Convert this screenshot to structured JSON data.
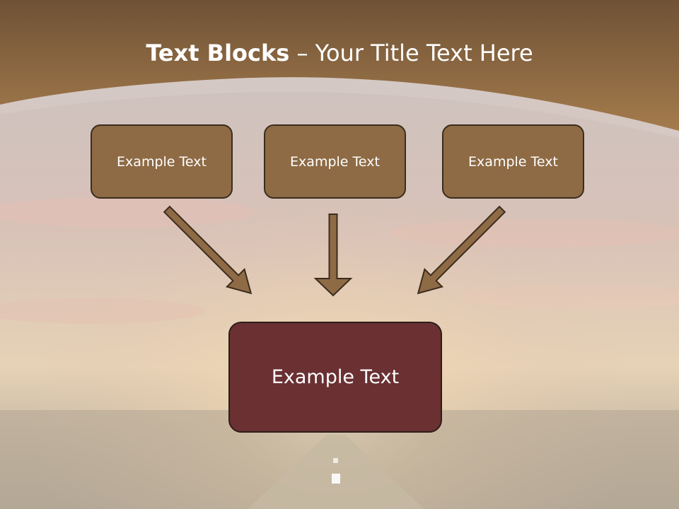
{
  "title": {
    "bold": "Text Blocks",
    "dash": " – ",
    "rest": "Your Title Text Here"
  },
  "boxes": {
    "top": [
      "Example Text",
      "Example Text",
      "Example Text"
    ],
    "bottom": "Example Text"
  },
  "colors": {
    "header_brown": "#8a6640",
    "box_brown": "#8e6b45",
    "box_border": "#3b2c1e",
    "target_box": "#6a3032",
    "arrow_fill": "#8e6b45",
    "text": "#ffffff"
  }
}
